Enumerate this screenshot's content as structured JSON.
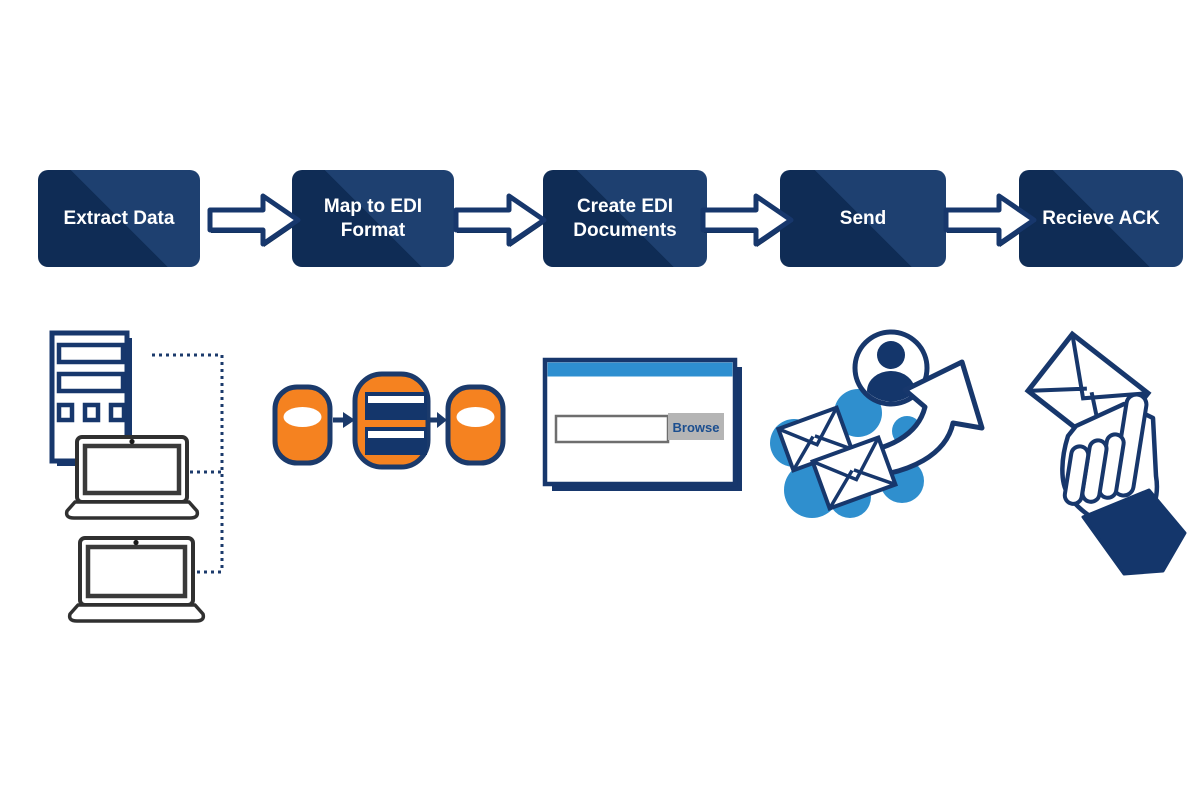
{
  "flow": {
    "steps": [
      {
        "id": "extract-data",
        "label": "Extract Data"
      },
      {
        "id": "map-to-edi-format",
        "label": "Map to EDI Format"
      },
      {
        "id": "create-edi-documents",
        "label": "Create EDI Documents"
      },
      {
        "id": "send",
        "label": "Send"
      },
      {
        "id": "recieve-ack",
        "label": "Recieve ACK"
      }
    ]
  },
  "upload_window": {
    "browse_button_label": "Browse",
    "file_input_value": ""
  },
  "icons": {
    "flow_arrow": "block-arrow-right-icon",
    "extract_data": "server-and-laptops-icon",
    "map_to_edi": "database-mapping-icon",
    "create_documents": "file-upload-window-icon",
    "send": "cloud-envelopes-send-arrow-icon",
    "receive": "hand-holding-envelope-icon"
  },
  "colors": {
    "step_box_dark": "#0f2c55",
    "step_box_light": "#1e4070",
    "outline_navy": "#17376c",
    "fill_navy": "#14366b",
    "orange": "#f58220",
    "titlebar_blue": "#2e8fd0",
    "cloud_blue": "#2f8fce",
    "button_gray": "#b5b5b5",
    "browse_text_blue": "#1b4e8f",
    "laptop_dark": "#303030"
  }
}
